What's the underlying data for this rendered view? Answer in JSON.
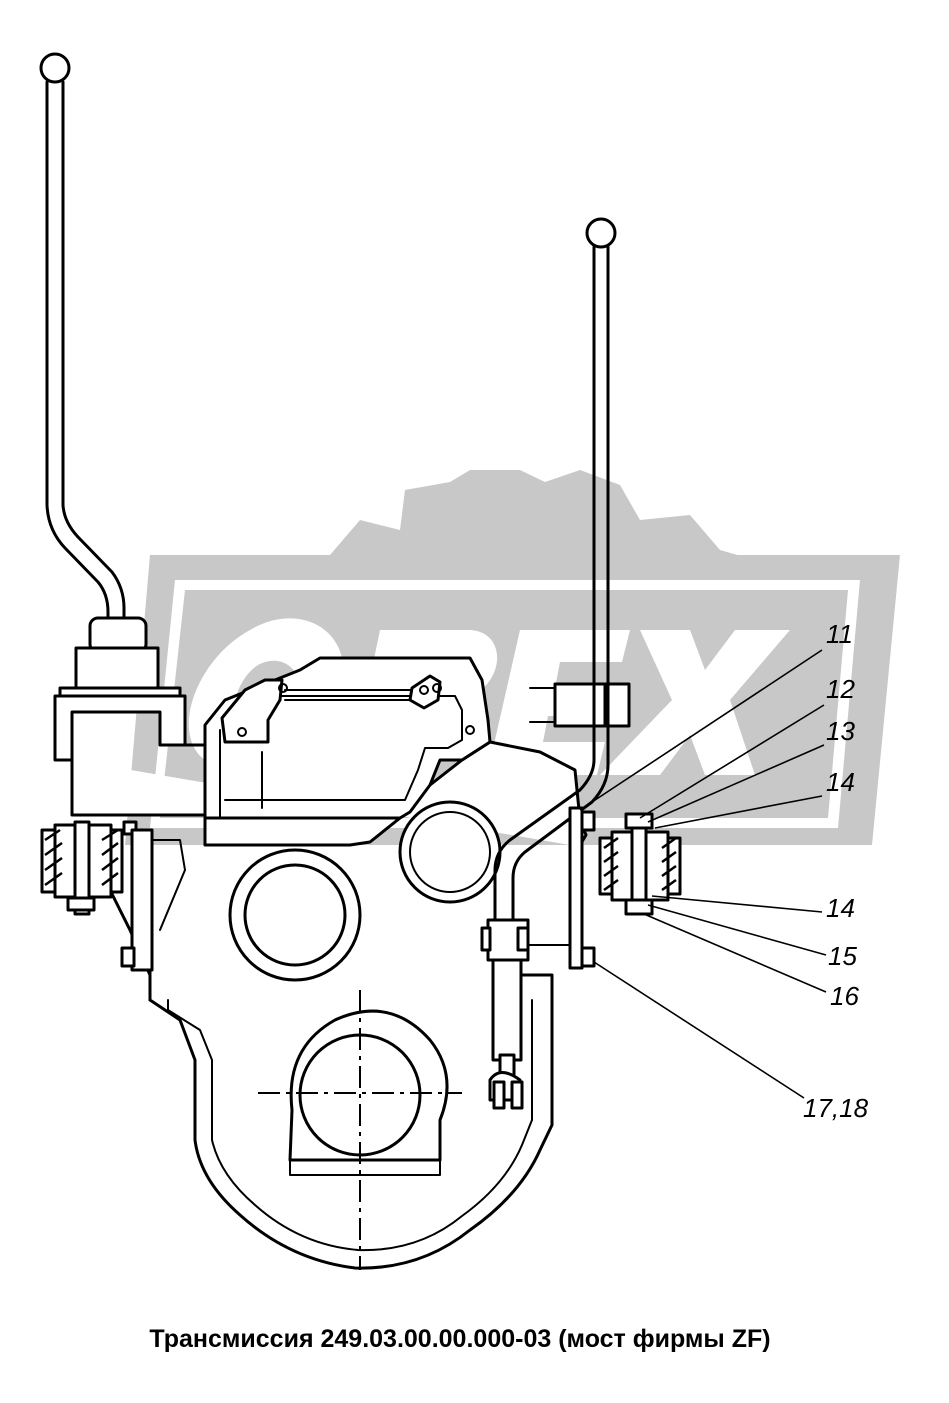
{
  "caption": "Трансмиссия 249.03.00.00.000-03 (мост фирмы ZF)",
  "watermark": {
    "text": "OPEX",
    "color": "#c8c8c8"
  },
  "callouts": [
    {
      "id": "c11",
      "label": "11"
    },
    {
      "id": "c12",
      "label": "12"
    },
    {
      "id": "c13",
      "label": "13"
    },
    {
      "id": "c14a",
      "label": "14"
    },
    {
      "id": "c14b",
      "label": "14"
    },
    {
      "id": "c15",
      "label": "15"
    },
    {
      "id": "c16",
      "label": "16"
    },
    {
      "id": "c1718",
      "label": "17,18"
    }
  ]
}
